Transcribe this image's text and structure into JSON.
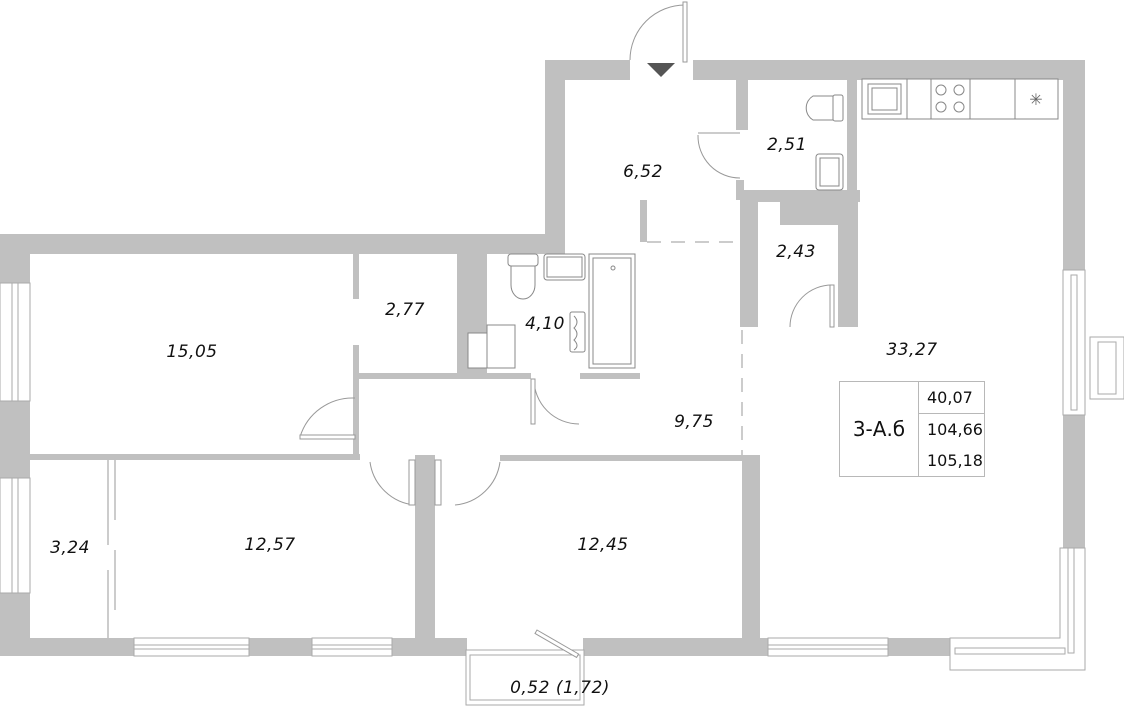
{
  "plan": {
    "apartment_type": "3-А.б",
    "areas": {
      "living": "40,07",
      "total": "104,66",
      "total_with_balcony": "105,18"
    },
    "colors": {
      "wall": "#c0c0c0",
      "line": "#9a9a9a",
      "text": "#111111",
      "entrance_marker": "#555555"
    }
  },
  "rooms": [
    {
      "id": "hall-entrance",
      "area": "6,52"
    },
    {
      "id": "wc",
      "area": "2,51"
    },
    {
      "id": "storage",
      "area": "2,43"
    },
    {
      "id": "kitchen-living",
      "area": "33,27"
    },
    {
      "id": "bedroom-1",
      "area": "15,05"
    },
    {
      "id": "wardrobe",
      "area": "2,77"
    },
    {
      "id": "bathroom",
      "area": "4,10"
    },
    {
      "id": "corridor",
      "area": "9,75"
    },
    {
      "id": "loggia",
      "area": "3,24"
    },
    {
      "id": "bedroom-2",
      "area": "12,57"
    },
    {
      "id": "bedroom-3",
      "area": "12,45"
    },
    {
      "id": "balcony",
      "area": "0,52 (1,72)"
    }
  ],
  "icons": {
    "entrance": "entrance-triangle-icon",
    "fridge": "snowflake-icon",
    "stove": "cooktop-icon",
    "sink": "sink-icon",
    "toilet": "toilet-icon",
    "bathtub": "bathtub-icon",
    "towel_rail": "towel-rail-icon",
    "washer": "washing-machine-icon"
  }
}
